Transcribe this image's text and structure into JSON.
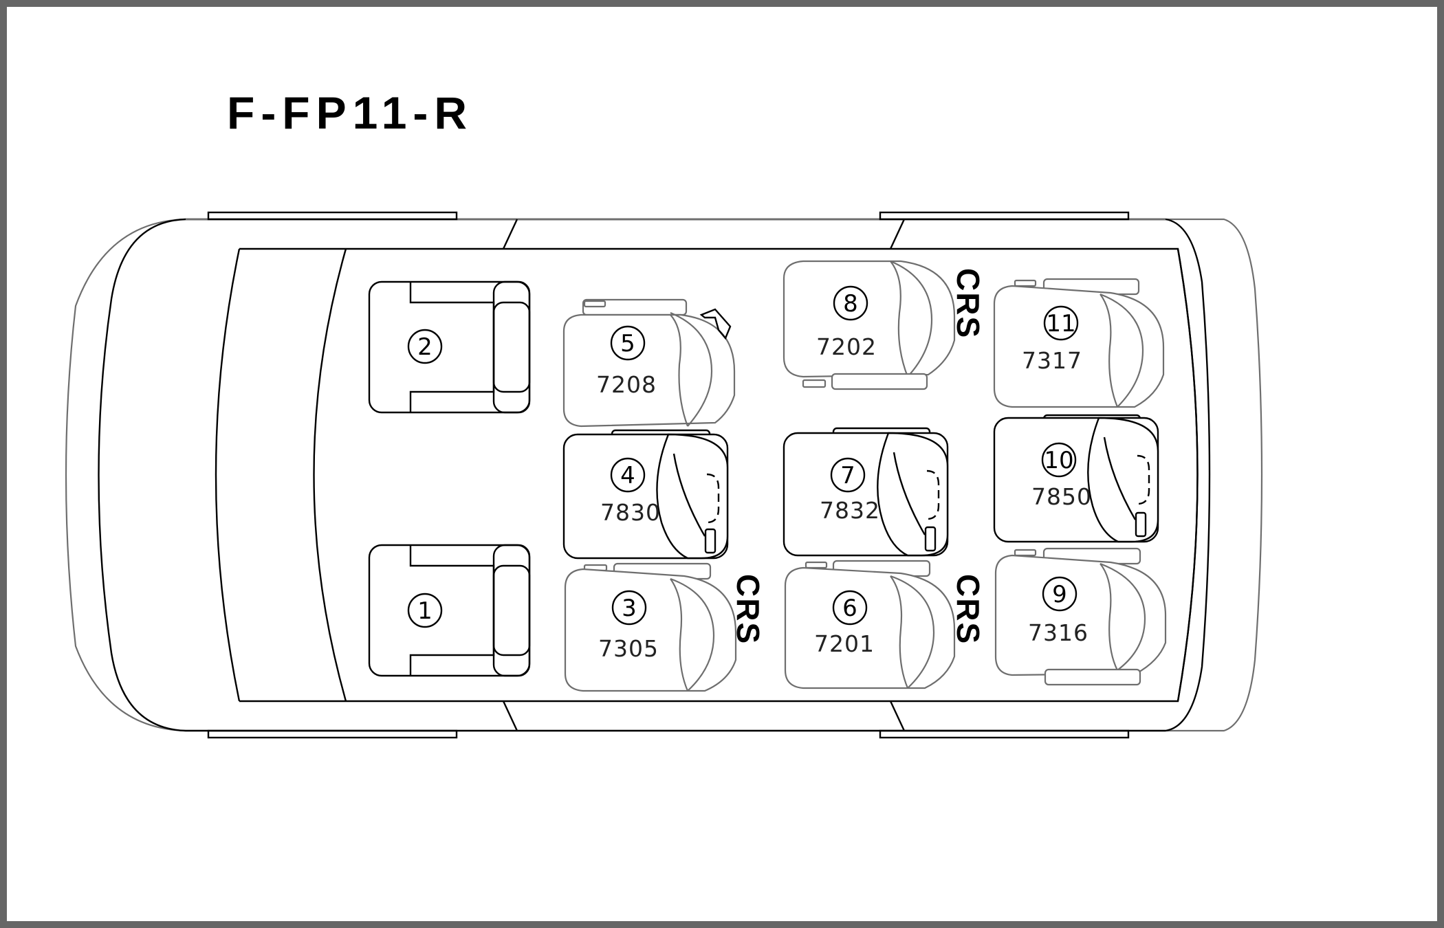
{
  "title": "F-FP11-R",
  "seats": [
    {
      "id": "seat-1",
      "number": "1",
      "code": ""
    },
    {
      "id": "seat-2",
      "number": "2",
      "code": ""
    },
    {
      "id": "seat-3",
      "number": "3",
      "code": "7305"
    },
    {
      "id": "seat-4",
      "number": "4",
      "code": "7830"
    },
    {
      "id": "seat-5",
      "number": "5",
      "code": "7208"
    },
    {
      "id": "seat-6",
      "number": "6",
      "code": "7201"
    },
    {
      "id": "seat-7",
      "number": "7",
      "code": "7832"
    },
    {
      "id": "seat-8",
      "number": "8",
      "code": "7202"
    },
    {
      "id": "seat-9",
      "number": "9",
      "code": "7316"
    },
    {
      "id": "seat-10",
      "number": "10",
      "code": "7850"
    },
    {
      "id": "seat-11",
      "number": "11",
      "code": "7317"
    }
  ],
  "crs_label": "CRS",
  "colors": {
    "frame": "#666666",
    "outline": "#000000",
    "seat_gray": "#6e6e6e"
  }
}
